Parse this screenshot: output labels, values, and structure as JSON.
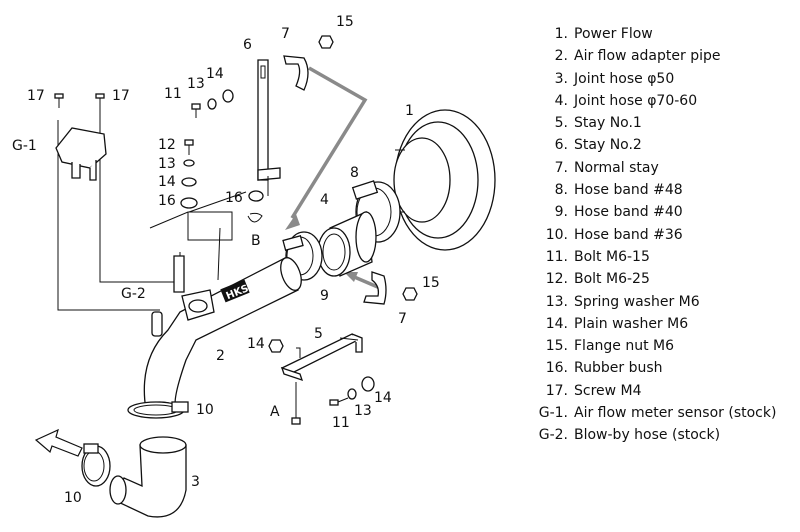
{
  "legend": [
    {
      "num": "1.",
      "text": "Power Flow"
    },
    {
      "num": "2.",
      "text": "Air flow adapter pipe"
    },
    {
      "num": "3.",
      "text": "Joint hose  φ50"
    },
    {
      "num": "4.",
      "text": "Joint hose φ70-60"
    },
    {
      "num": "5.",
      "text": "Stay No.1"
    },
    {
      "num": "6.",
      "text": "Stay No.2"
    },
    {
      "num": "7.",
      "text": "Normal stay"
    },
    {
      "num": "8.",
      "text": "Hose band  #48"
    },
    {
      "num": "9.",
      "text": "Hose band  #40"
    },
    {
      "num": "10.",
      "text": "Hose band  #36"
    },
    {
      "num": "11.",
      "text": "Bolt  M6-15"
    },
    {
      "num": "12.",
      "text": "Bolt  M6-25"
    },
    {
      "num": "13.",
      "text": "Spring washer  M6"
    },
    {
      "num": "14.",
      "text": "Plain washer  M6"
    },
    {
      "num": "15.",
      "text": "Flange nut  M6"
    },
    {
      "num": "16.",
      "text": "Rubber bush"
    },
    {
      "num": "17.",
      "text": "Screw  M4"
    },
    {
      "num": "G-1.",
      "text": "Air flow meter sensor (stock)"
    },
    {
      "num": "G-2.",
      "text": "Blow-by hose (stock)"
    }
  ],
  "callouts": {
    "power_flow": "1",
    "adapter_pipe": "2",
    "joint_hose_50": "3",
    "joint_hose_70_60": "4",
    "stay_no1": "5",
    "stay_no2": "6",
    "normal_stay_top": "7",
    "normal_stay_right": "7",
    "hose_band_48": "8",
    "hose_band_40": "9",
    "hose_band_36_mid": "10",
    "hose_band_36_bottom": "10",
    "bolt_m6_15_top": "11",
    "bolt_m6_15_bottom": "11",
    "bolt_m6_25": "12",
    "spring_washer_top": "13",
    "spring_washer_mid": "13",
    "spring_washer_bottom": "13",
    "plain_washer_top": "14",
    "plain_washer_mid": "14",
    "plain_washer_left": "14",
    "plain_washer_bottom": "14",
    "flange_nut_top": "15",
    "flange_nut_right": "15",
    "rubber_bush_left": "16",
    "rubber_bush_b": "16",
    "screw_left": "17",
    "screw_right": "17",
    "sensor": "G-1",
    "blowby_hose": "G-2",
    "point_a": "A",
    "point_b": "B"
  },
  "pipe_logo": "HKS"
}
